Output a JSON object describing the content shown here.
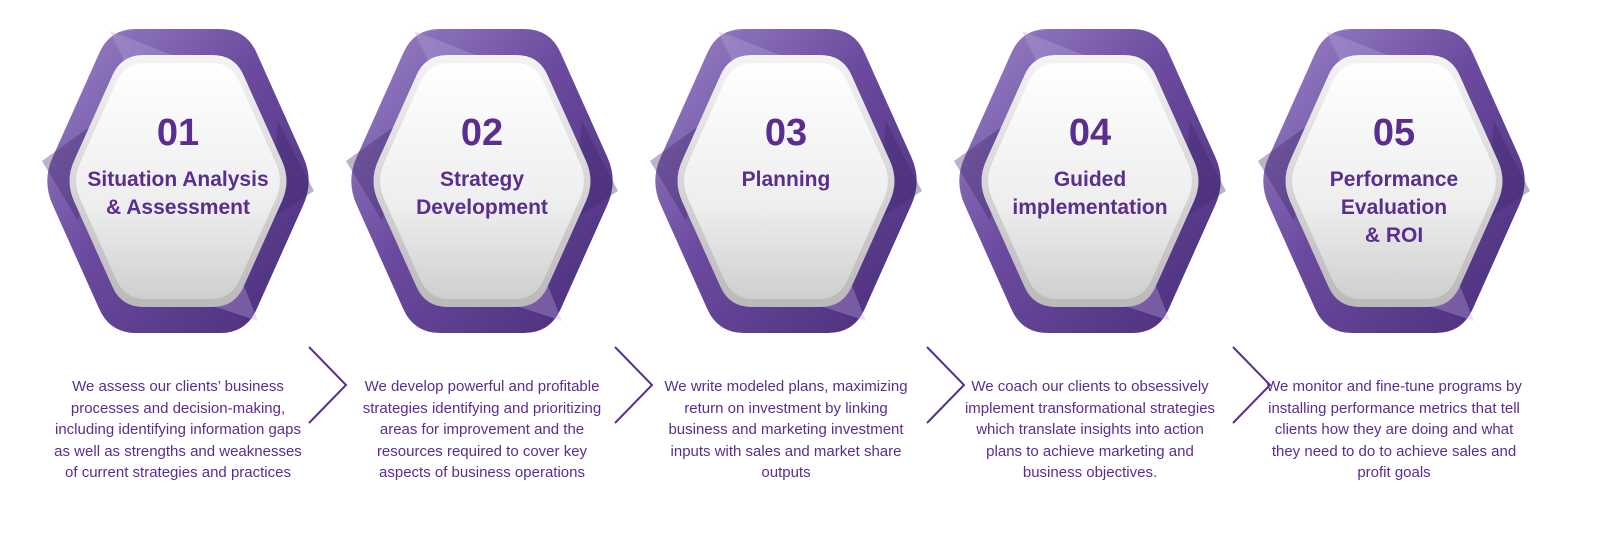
{
  "colors": {
    "accent": "#5b2d8e",
    "hex_outer": "#6a4a9e",
    "hex_inner": "#eeeeee"
  },
  "steps": [
    {
      "number": "01",
      "title_lines": [
        "Situation Analysis",
        "& Assessment"
      ],
      "description": "We assess our clients’ business processes and decision-making, including identifying information gaps as well as strengths and weaknesses of current strategies and practices"
    },
    {
      "number": "02",
      "title_lines": [
        "Strategy",
        "Development"
      ],
      "description": "We develop powerful  and profitable strategies identifying and prioritizing areas for improvement  and the resources required to cover key aspects of business operations"
    },
    {
      "number": "03",
      "title_lines": [
        "Planning"
      ],
      "description": "We write modeled plans, maximizing  return on investment by linking business and marketing investment inputs with sales and market share outputs"
    },
    {
      "number": "04",
      "title_lines": [
        "Guided",
        "implementation"
      ],
      "description": "We coach our clients to obsessively implement transformational strategies which translate insights into action plans to achieve marketing and business objectives."
    },
    {
      "number": "05",
      "title_lines": [
        "Performance",
        "Evaluation",
        "& ROI"
      ],
      "description": "We monitor and fine-tune programs by installing performance metrics that tell clients how they are doing and what they need to do to achieve sales and profit goals"
    }
  ],
  "arrow_icon": "chevron-right-icon"
}
